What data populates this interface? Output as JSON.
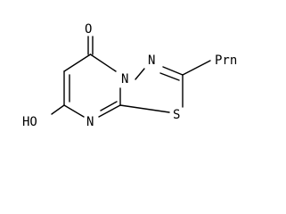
{
  "molecule": {
    "atoms": {
      "carbonyl_oxygen": "O",
      "ring_nitrogen_bridge": "N",
      "ring_nitrogen_top": "N",
      "ring_nitrogen_bottom": "N",
      "sulfur": "S",
      "hydroxy_group": "HO",
      "propyl_group": "Prn"
    }
  }
}
